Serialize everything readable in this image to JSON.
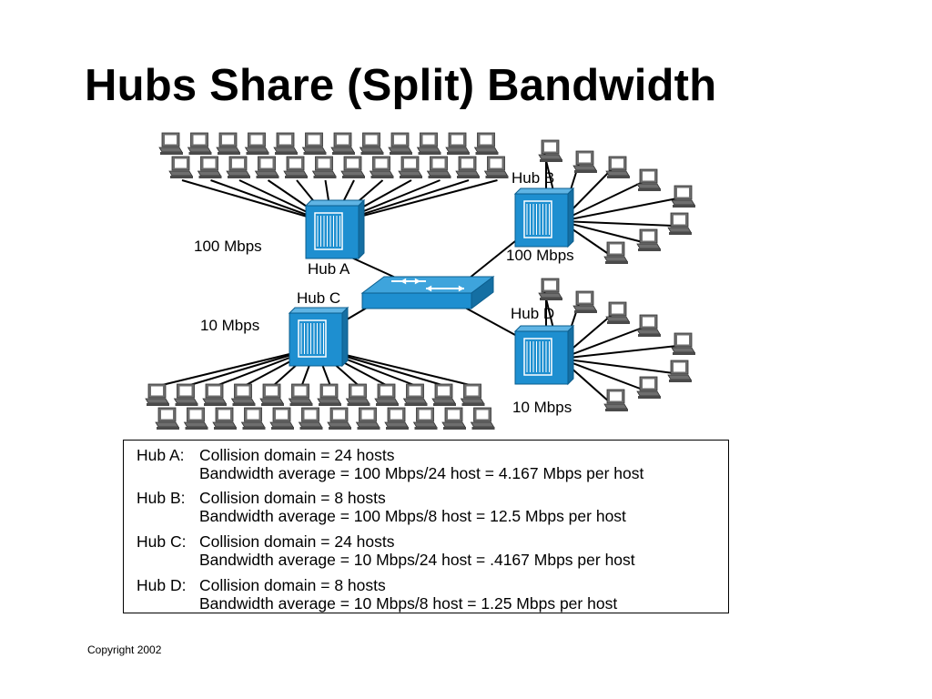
{
  "slide": {
    "title": "Hubs Share (Split) Bandwidth",
    "copyright": "Copyright 2002"
  },
  "colors": {
    "device_blue": "#1E8FD0",
    "computer_gray": "#6E6E6E"
  },
  "icons": {
    "hub": "hub-icon",
    "switch": "switch-icon",
    "host": "computer-icon"
  },
  "diagram": {
    "hubs": [
      {
        "label": "Hub A",
        "speed": "100 Mbps",
        "hosts": 24
      },
      {
        "label": "Hub B",
        "speed": "100 Mbps",
        "hosts": 8
      },
      {
        "label": "Hub C",
        "speed": "10 Mbps",
        "hosts": 24
      },
      {
        "label": "Hub D",
        "speed": "10 Mbps",
        "hosts": 8
      }
    ]
  },
  "summary": [
    {
      "hub": "Hub A:",
      "collision": "Collision domain = 24 hosts",
      "bandwidth": "Bandwidth average = 100 Mbps/24 host = 4.167 Mbps per host"
    },
    {
      "hub": "Hub B:",
      "collision": "Collision domain = 8 hosts",
      "bandwidth": "Bandwidth average = 100 Mbps/8 host = 12.5 Mbps per host"
    },
    {
      "hub": "Hub C:",
      "collision": "Collision domain = 24 hosts",
      "bandwidth": "Bandwidth average = 10 Mbps/24 host = .4167 Mbps per host"
    },
    {
      "hub": "Hub D:",
      "collision": "Collision domain = 8 hosts",
      "bandwidth": "Bandwidth average = 10 Mbps/8 host = 1.25 Mbps per host"
    }
  ]
}
